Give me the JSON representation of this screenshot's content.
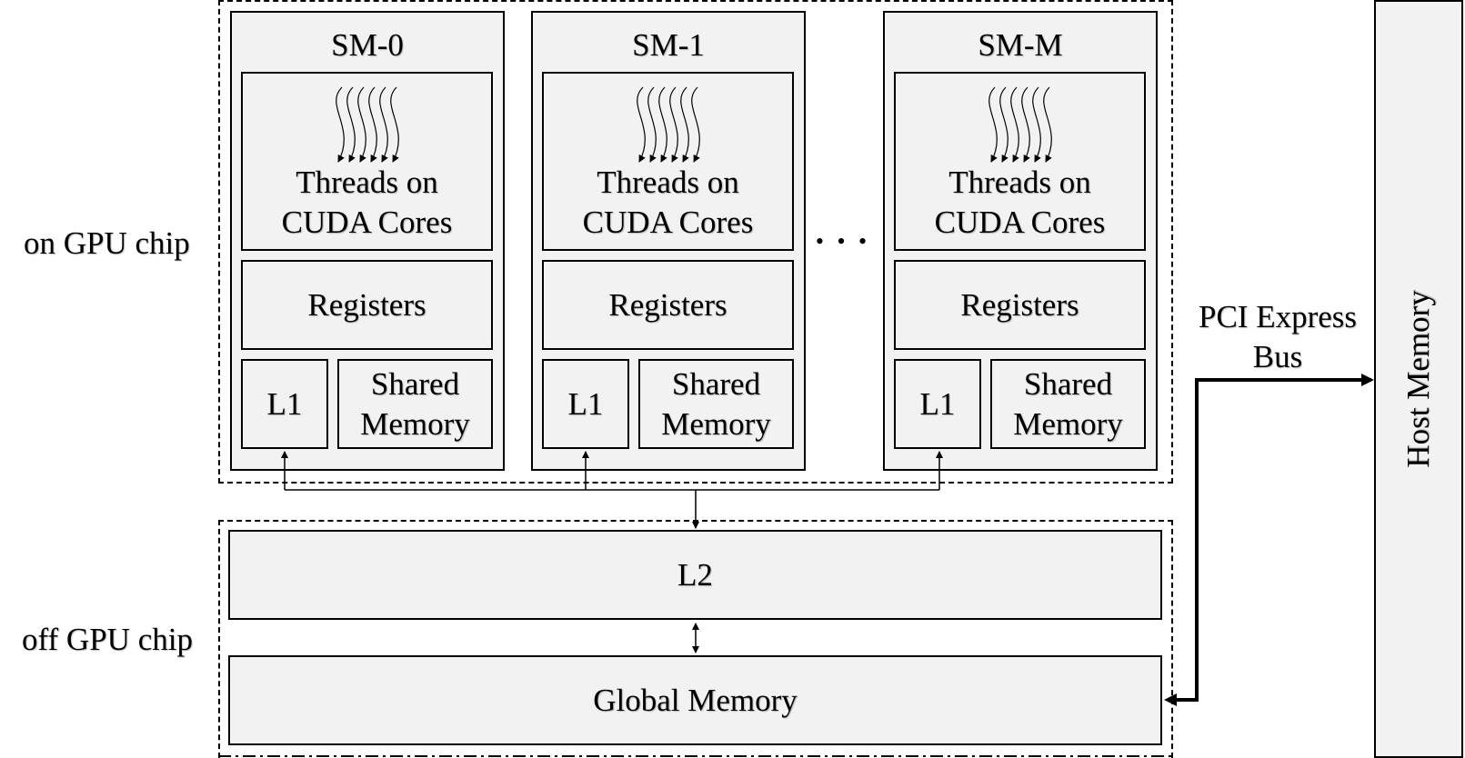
{
  "labels": {
    "on_gpu": "on GPU chip",
    "off_gpu": "off GPU chip",
    "bus": "PCI Express",
    "bus_line2": "Bus",
    "host_memory": "Host Memory",
    "ellipsis": "• • •"
  },
  "sms": [
    {
      "title": "SM-0",
      "threads_l1": "Threads on",
      "threads_l2": "CUDA Cores",
      "registers": "Registers",
      "l1": "L1",
      "shared_l1": "Shared",
      "shared_l2": "Memory"
    },
    {
      "title": "SM-1",
      "threads_l1": "Threads on",
      "threads_l2": "CUDA Cores",
      "registers": "Registers",
      "l1": "L1",
      "shared_l1": "Shared",
      "shared_l2": "Memory"
    },
    {
      "title": "SM-M",
      "threads_l1": "Threads on",
      "threads_l2": "CUDA Cores",
      "registers": "Registers",
      "l1": "L1",
      "shared_l1": "Shared",
      "shared_l2": "Memory"
    }
  ],
  "off_chip": {
    "l2": "L2",
    "global_memory": "Global Memory"
  },
  "colors": {
    "box_fill": "#f2f2f2",
    "stroke": "#000000"
  }
}
